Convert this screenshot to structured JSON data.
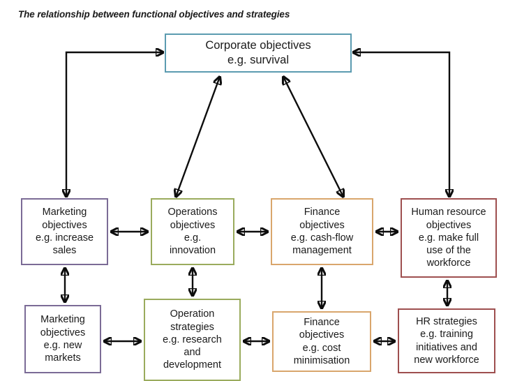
{
  "diagram": {
    "title": "The relationship between functional objectives and strategies",
    "colors": {
      "corporate": "#5b9bb0",
      "marketing": "#7b6b96",
      "operations": "#9aab5d",
      "finance": "#d9a66c",
      "hr": "#9e4f4f",
      "arrow": "#0d0d0d",
      "background": "#ffffff",
      "text": "#1a1a1a"
    },
    "nodes": {
      "corporate": "Corporate objectives\ne.g. survival",
      "marketing_objectives": "Marketing\nobjectives\ne.g. increase\nsales",
      "operations_objectives": "Operations\nobjectives\ne.g.\ninnovation",
      "finance_objectives": "Finance\nobjectives\ne.g. cash-flow\nmanagement",
      "hr_objectives": "Human resource\nobjectives\ne.g. make full\nuse of the\nworkforce",
      "marketing_strategies": "Marketing\nobjectives\ne.g. new\nmarkets",
      "operation_strategies": "Operation\nstrategies\ne.g. research\nand\ndevelopment",
      "finance_strategies": "Finance\nobjectives\ne.g. cost\nminimisation",
      "hr_strategies": "HR strategies\ne.g. training\ninitiatives and\nnew workforce"
    },
    "connectors": [
      {
        "name": "corporate-to-marketing-elbow",
        "from": "corporate",
        "to": "marketing_objectives",
        "style": "elbow",
        "heads": "both"
      },
      {
        "name": "corporate-to-operations",
        "from": "corporate",
        "to": "operations_objectives",
        "style": "diagonal",
        "heads": "both"
      },
      {
        "name": "corporate-to-finance",
        "from": "corporate",
        "to": "finance_objectives",
        "style": "diagonal",
        "heads": "both"
      },
      {
        "name": "corporate-to-hr-elbow",
        "from": "corporate",
        "to": "hr_objectives",
        "style": "elbow",
        "heads": "both"
      },
      {
        "name": "marketing-to-operations",
        "from": "marketing_objectives",
        "to": "operations_objectives",
        "style": "horizontal",
        "heads": "both"
      },
      {
        "name": "operations-to-finance",
        "from": "operations_objectives",
        "to": "finance_objectives",
        "style": "horizontal",
        "heads": "both"
      },
      {
        "name": "finance-to-hr",
        "from": "finance_objectives",
        "to": "hr_objectives",
        "style": "horizontal",
        "heads": "both"
      },
      {
        "name": "marketing-obj-to-strategies",
        "from": "marketing_objectives",
        "to": "marketing_strategies",
        "style": "vertical",
        "heads": "both"
      },
      {
        "name": "operations-obj-to-strategies",
        "from": "operations_objectives",
        "to": "operation_strategies",
        "style": "vertical",
        "heads": "both"
      },
      {
        "name": "finance-obj-to-strategies",
        "from": "finance_objectives",
        "to": "finance_strategies",
        "style": "vertical",
        "heads": "both"
      },
      {
        "name": "hr-obj-to-strategies",
        "from": "hr_objectives",
        "to": "hr_strategies",
        "style": "vertical",
        "heads": "both"
      },
      {
        "name": "marketing-strat-to-operation-strat",
        "from": "marketing_strategies",
        "to": "operation_strategies",
        "style": "horizontal",
        "heads": "both"
      },
      {
        "name": "operation-strat-to-finance-strat",
        "from": "operation_strategies",
        "to": "finance_strategies",
        "style": "horizontal",
        "heads": "both"
      },
      {
        "name": "finance-strat-to-hr-strat",
        "from": "finance_strategies",
        "to": "hr_strategies",
        "style": "horizontal",
        "heads": "both"
      }
    ]
  }
}
